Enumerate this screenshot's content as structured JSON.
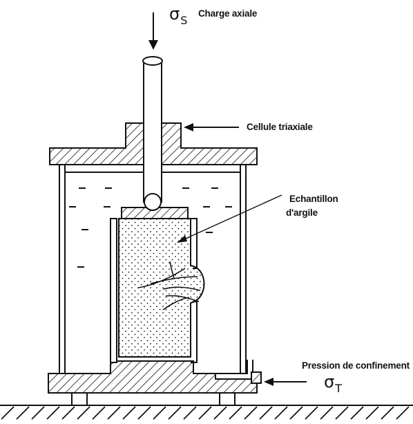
{
  "labels": {
    "sigma_s": "σ",
    "sigma_s_sub": "S",
    "charge_axiale": "Charge axiale",
    "cellule_triaxiale": "Cellule triaxiale",
    "echantillon_line1": "Echantillon",
    "echantillon_line2": "d'argile",
    "pression_confinement": "Pression de confinement",
    "sigma_t": "σ",
    "sigma_t_sub": "T"
  },
  "colors": {
    "ink": "#111111",
    "paper": "#ffffff"
  }
}
